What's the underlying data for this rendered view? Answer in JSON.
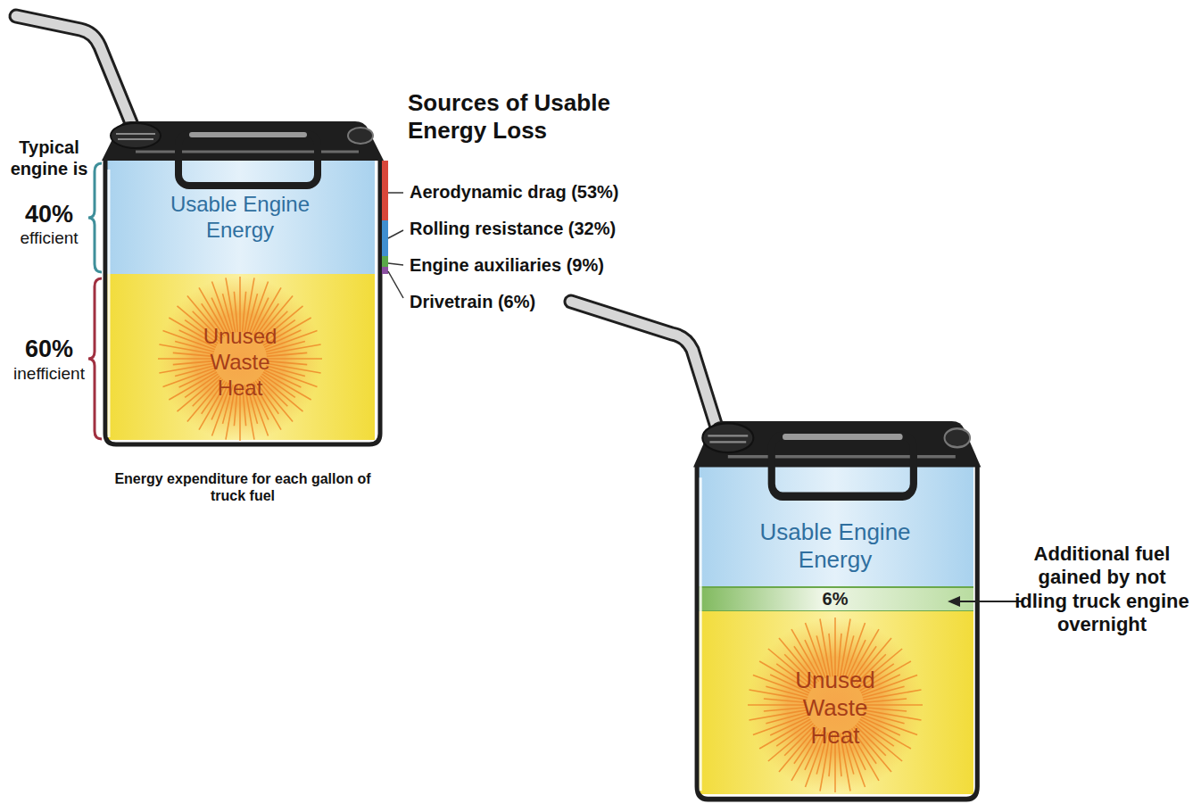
{
  "diagram": {
    "title": "Sources of Usable Energy Loss",
    "caption": "Energy expenditure for each gallon of truck fuel",
    "nodes": [
      {
        "text": [
          "Usable Engine Energy"
        ]
      },
      {
        "text": [
          "Unused Waste Heat"
        ]
      },
      {
        "text": [
          "Usable Engine Energy"
        ]
      },
      {
        "text": [
          "6%"
        ]
      },
      {
        "text": [
          "Unused Waste Heat"
        ]
      }
    ],
    "labels": [
      "Typical engine is",
      "40%",
      "efficient",
      "60%",
      "inefficient",
      "Aerodynamic drag (53%)",
      "Rolling resistance (32%)",
      "Engine auxiliaries (9%)",
      "Drivetrain (6%)",
      "Additional fuel gained by not idling truck engine overnight"
    ]
  }
}
